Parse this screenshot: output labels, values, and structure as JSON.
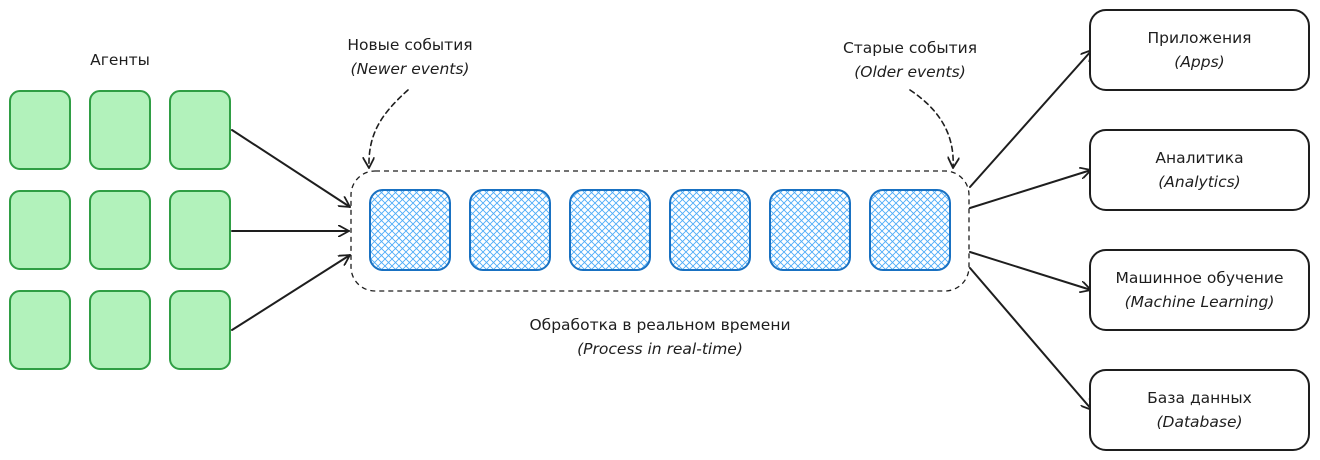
{
  "agents": {
    "title": "Агенты",
    "count": 9
  },
  "newer_label": {
    "ru": "Новые события",
    "en": "(Newer events)"
  },
  "older_label": {
    "ru": "Старые события",
    "en": "(Older events)"
  },
  "stream": {
    "events": 6,
    "caption_ru": "Обработка в реальном времени",
    "caption_en": "(Process in real-time)"
  },
  "consumers": [
    {
      "ru": "Приложения",
      "en": "(Apps)"
    },
    {
      "ru": "Аналитика",
      "en": "(Analytics)"
    },
    {
      "ru": "Машинное обучение",
      "en": "(Machine Learning)"
    },
    {
      "ru": "База данных",
      "en": "(Database)"
    }
  ],
  "colors": {
    "agent_fill": "#b2f2bb",
    "agent_stroke": "#2f9e44",
    "event_fill": "#a5d8ff",
    "event_stroke": "#1971c2",
    "line": "#1e1e1e"
  }
}
